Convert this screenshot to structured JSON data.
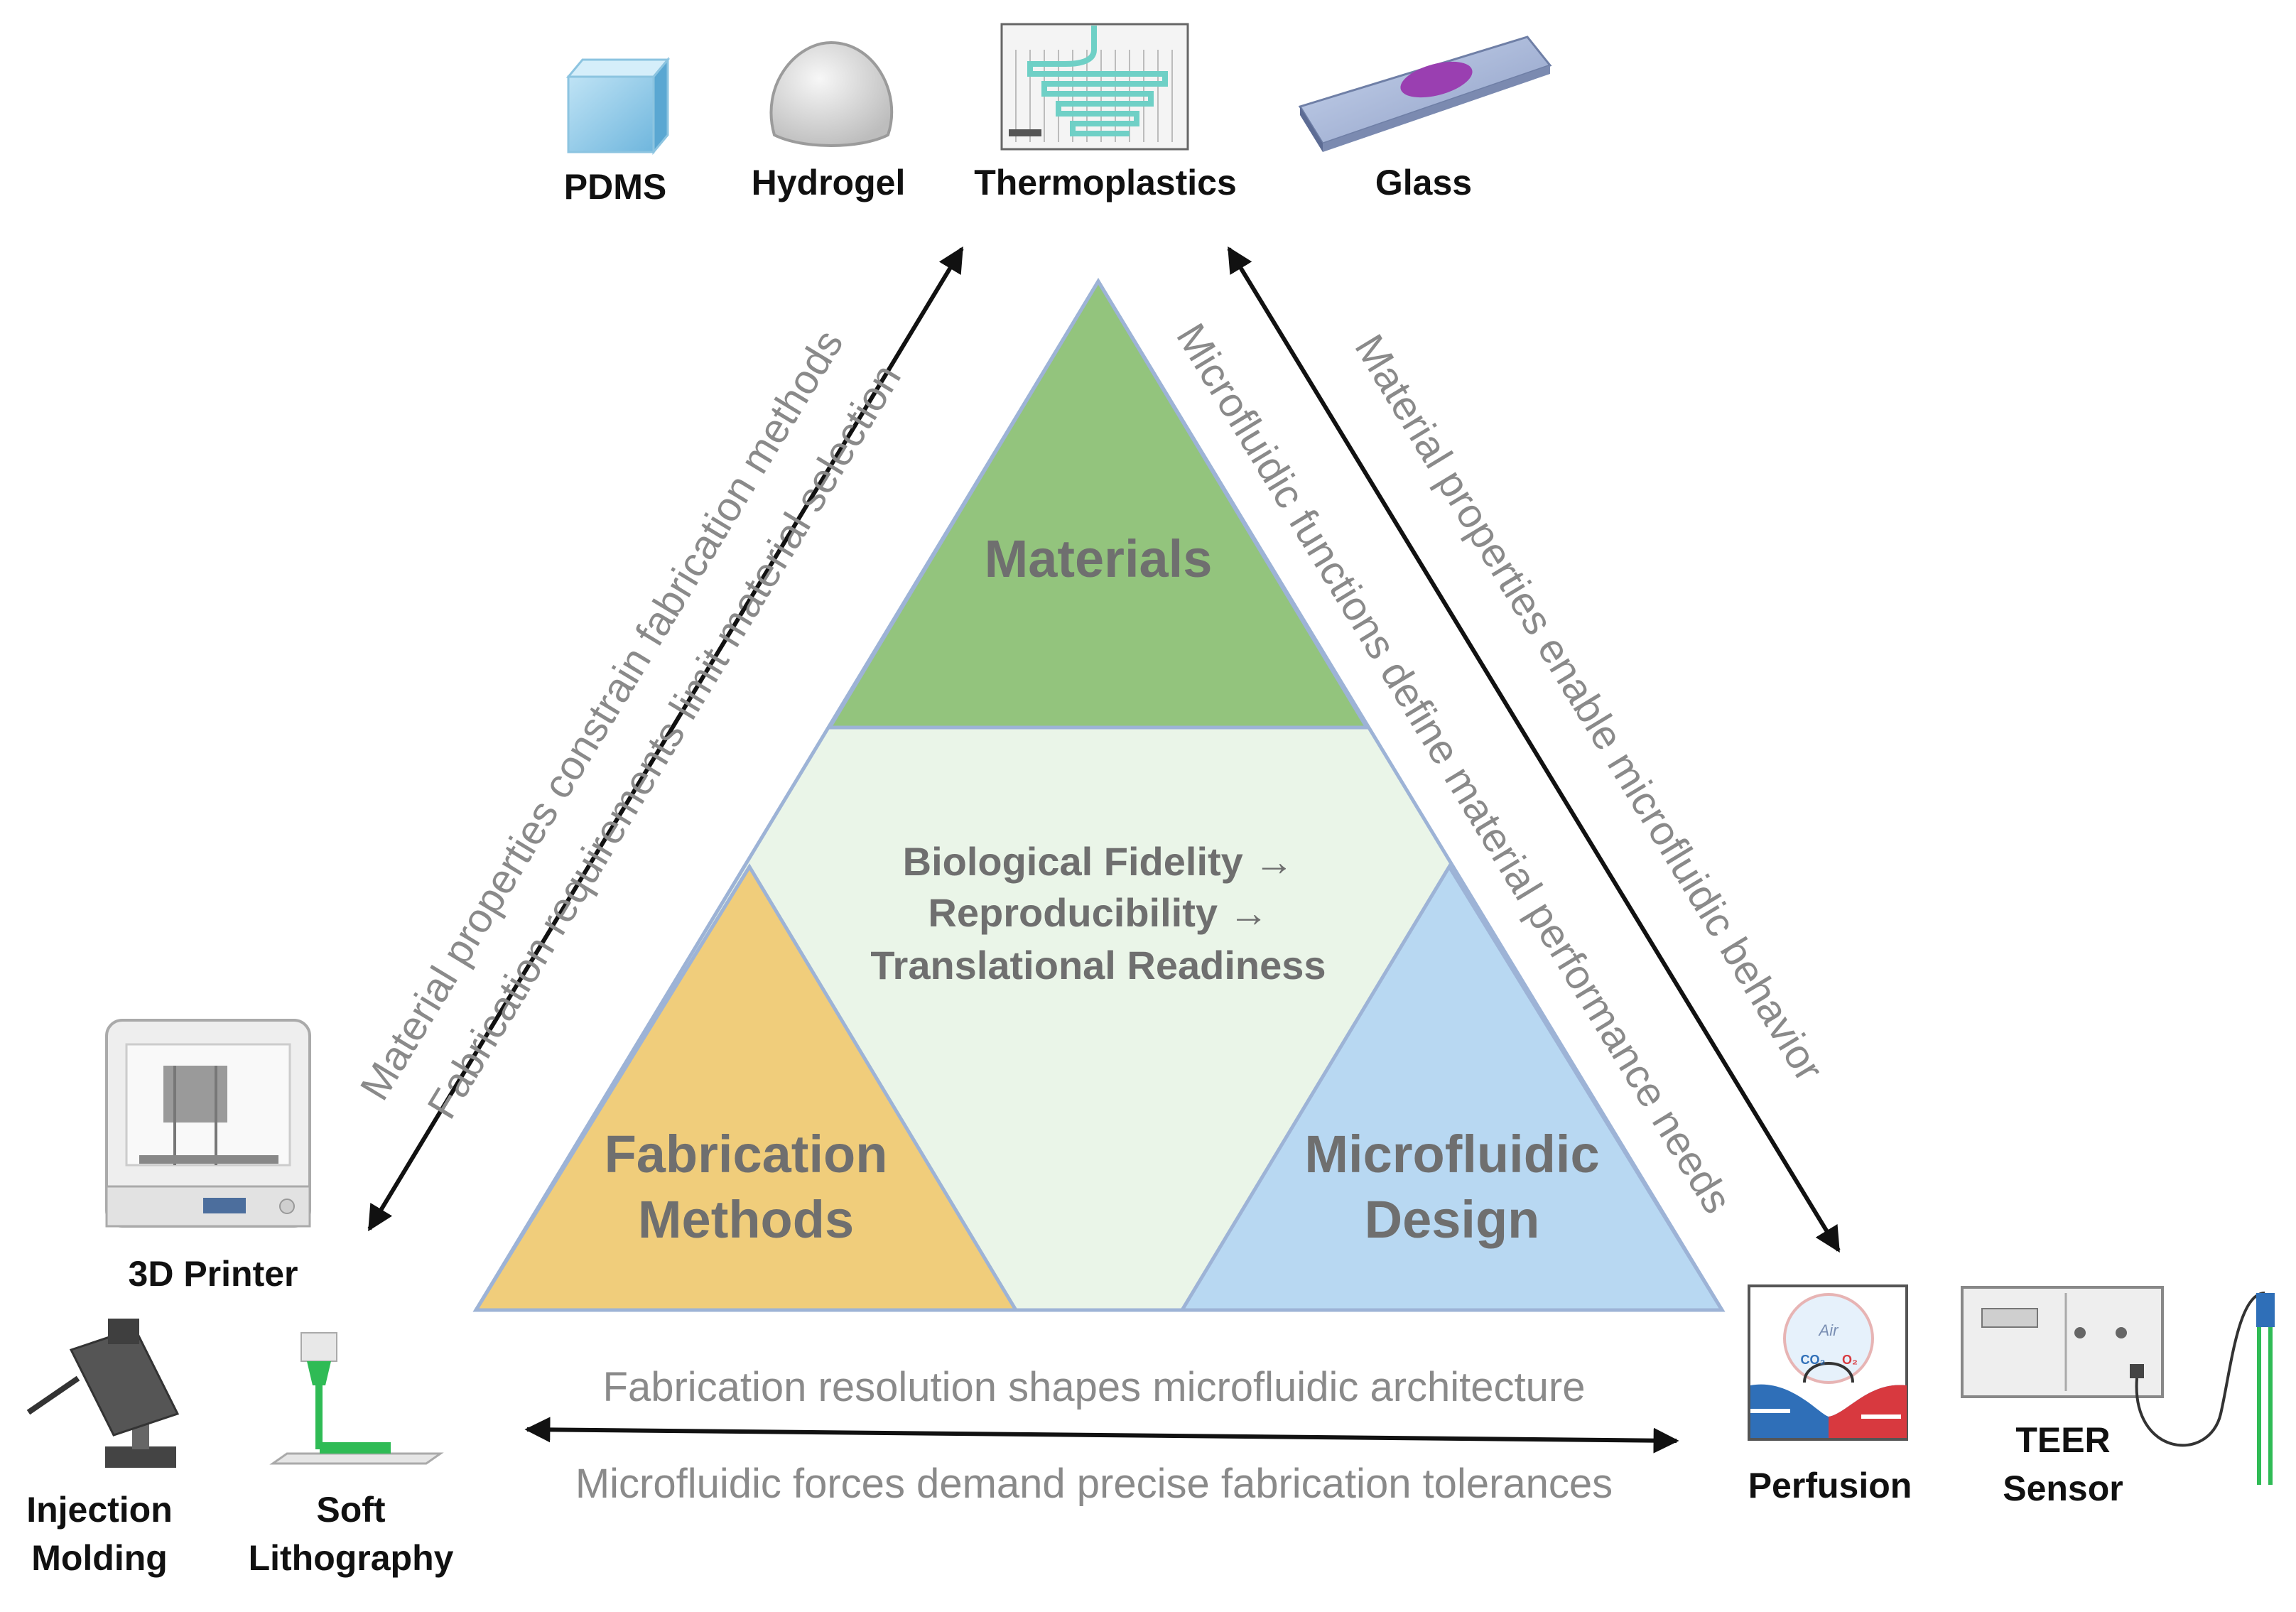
{
  "materials": {
    "pdms": "PDMS",
    "hydrogel": "Hydrogel",
    "thermoplastics": "Thermoplastics",
    "glass": "Glass"
  },
  "fabrication": {
    "printer": "3D Printer",
    "injection_1": "Injection",
    "injection_2": "Molding",
    "soft_1": "Soft",
    "soft_2": "Lithography"
  },
  "design": {
    "perfusion": "Perfusion",
    "teer_1": "TEER",
    "teer_2": "Sensor",
    "inset_air": "Air",
    "inset_co2": "CO₂",
    "inset_o2": "O₂"
  },
  "triangle": {
    "materials": "Materials",
    "fabrication_1": "Fabrication",
    "fabrication_2": "Methods",
    "microfluidic_1": "Microfluidic",
    "microfluidic_2": "Design",
    "center_1": "Biological Fidelity →",
    "center_2": "Reproducibility →",
    "center_3": "Translational Readiness"
  },
  "arrows": {
    "left_outer": "Material properties constrain fabrication methods",
    "left_inner": "Fabrication requirements limit material selection",
    "right_outer": "Material properties enable microfluidic behavior",
    "right_inner": "Microfluidic functions define material performance needs",
    "bottom_top": "Fabrication resolution shapes microfluidic architecture",
    "bottom_bottom": "Microfluidic forces demand precise fabrication tolerances"
  },
  "colors": {
    "materials_zone": "#93c47d",
    "fabrication_zone": "#f0cd7b",
    "design_zone": "#b8d8f2",
    "center_zone": "#eaf5e8",
    "outline": "#9db3d6"
  }
}
